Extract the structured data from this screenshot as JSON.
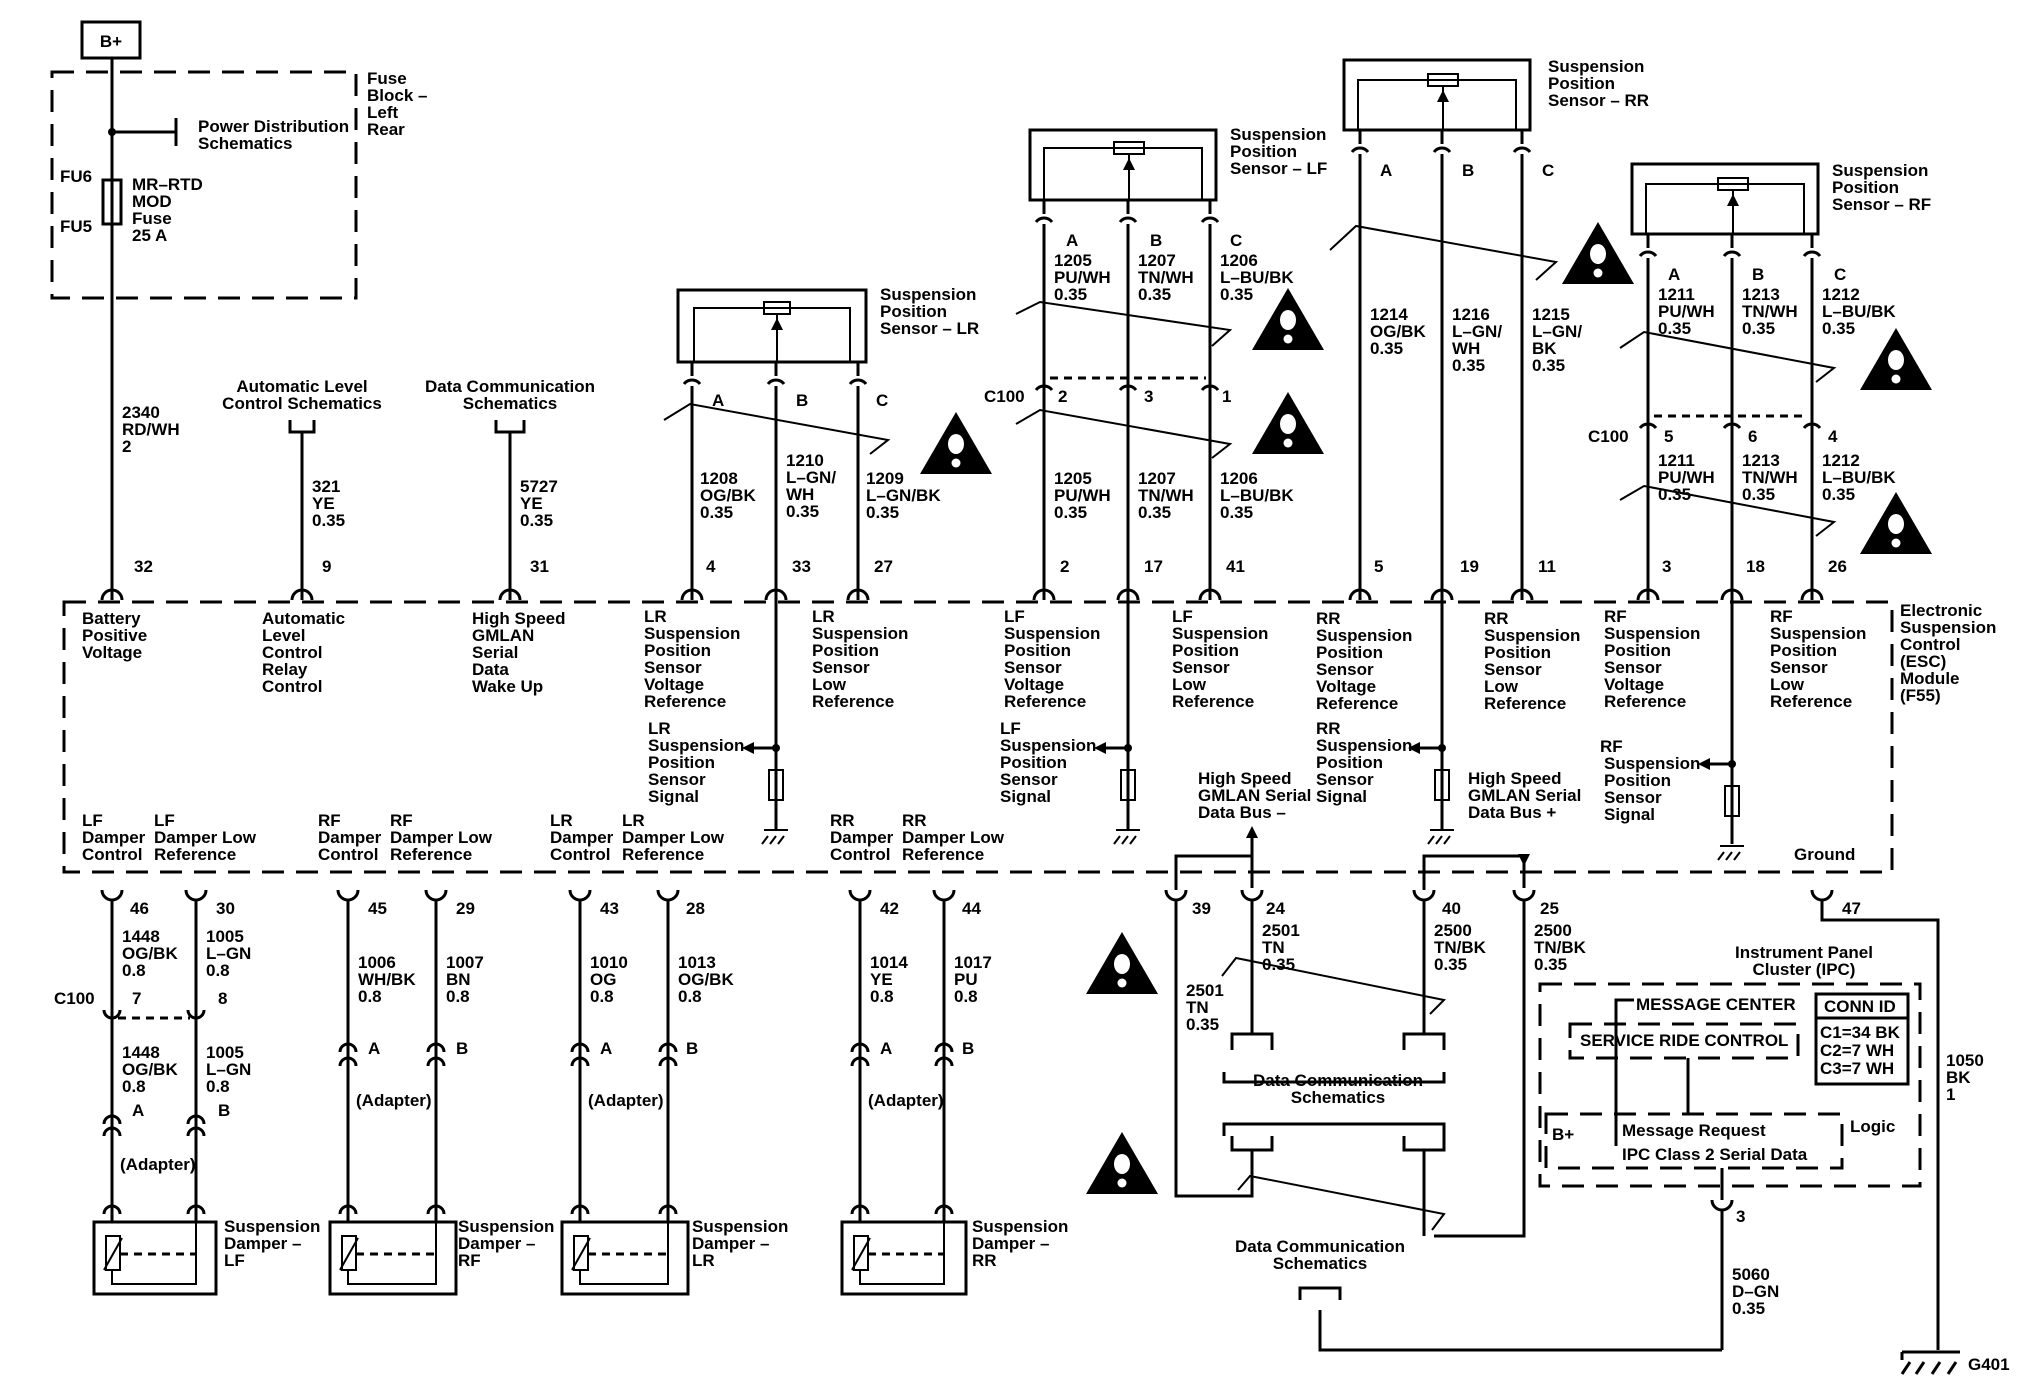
{
  "battery": "B+",
  "fuse_block": [
    "Fuse",
    "Block –",
    "Left",
    "Rear"
  ],
  "power_dist": [
    "Power Distribution",
    "Schematics"
  ],
  "fuse_labels": {
    "fu6": "FU6",
    "fu5": "FU5",
    "desc": [
      "MR–RTD",
      "MOD",
      "Fuse",
      "25 A"
    ]
  },
  "wire_2340": [
    "2340",
    "RD/WH",
    "2"
  ],
  "alc": {
    "title": [
      "Automatic Level",
      "Control Schematics"
    ],
    "wire": [
      "321",
      "YE",
      "0.35"
    ],
    "pin": "9",
    "func": [
      "Automatic",
      "Level",
      "Control",
      "Relay",
      "Control"
    ]
  },
  "dcs_top": {
    "title": [
      "Data Communication",
      "Schematics"
    ],
    "wire": [
      "5727",
      "YE",
      "0.35"
    ],
    "pin": "31",
    "func": [
      "High Speed",
      "GMLAN",
      "Serial",
      "Data",
      "Wake Up"
    ]
  },
  "batt_pin": {
    "pin": "32",
    "func": [
      "Battery",
      "Positive",
      "Voltage"
    ]
  },
  "lr_sensor": {
    "title": [
      "Suspension",
      "Position",
      "Sensor – LR"
    ],
    "pins": [
      "A",
      "B",
      "C"
    ],
    "wires": [
      [
        "1208",
        "OG/BK",
        "0.35"
      ],
      [
        "1210",
        "L–GN/",
        "WH",
        "0.35"
      ],
      [
        "1209",
        "L–GN/BK",
        "0.35"
      ]
    ],
    "ecm_pins": [
      "4",
      "33",
      "27"
    ],
    "func_ref": [
      "LR",
      "Suspension",
      "Position",
      "Sensor",
      "Voltage",
      "Reference"
    ],
    "func_low": [
      "LR",
      "Suspension",
      "Position",
      "Sensor",
      "Low",
      "Reference"
    ],
    "func_sig": [
      "LR",
      "Suspension",
      "Position",
      "Sensor",
      "Signal"
    ]
  },
  "lf_sensor": {
    "title": [
      "Suspension",
      "Position",
      "Sensor – LF"
    ],
    "pins": [
      "A",
      "B",
      "C"
    ],
    "wires_top": [
      [
        "1205",
        "PU/WH",
        "0.35"
      ],
      [
        "1207",
        "TN/WH",
        "0.35"
      ],
      [
        "1206",
        "L–BU/BK",
        "0.35"
      ]
    ],
    "c100": "C100",
    "c100_pins": [
      "2",
      "3",
      "1"
    ],
    "wires_bot": [
      [
        "1205",
        "PU/WH",
        "0.35"
      ],
      [
        "1207",
        "TN/WH",
        "0.35"
      ],
      [
        "1206",
        "L–BU/BK",
        "0.35"
      ]
    ],
    "ecm_pins": [
      "2",
      "17",
      "41"
    ],
    "func_ref": [
      "LF",
      "Suspension",
      "Position",
      "Sensor",
      "Voltage",
      "Reference"
    ],
    "func_low": [
      "LF",
      "Suspension",
      "Position",
      "Sensor",
      "Low",
      "Reference"
    ],
    "func_sig": [
      "LF",
      "Suspension",
      "Position",
      "Sensor",
      "Signal"
    ]
  },
  "rr_sensor": {
    "title": [
      "Suspension",
      "Position",
      "Sensor – RR"
    ],
    "pins": [
      "A",
      "B",
      "C"
    ],
    "wires": [
      [
        "1214",
        "OG/BK",
        "0.35"
      ],
      [
        "1216",
        "L–GN/",
        "WH",
        "0.35"
      ],
      [
        "1215",
        "L–GN/",
        "BK",
        "0.35"
      ]
    ],
    "ecm_pins": [
      "5",
      "19",
      "11"
    ],
    "func_ref": [
      "RR",
      "Suspension",
      "Position",
      "Sensor",
      "Voltage",
      "Reference"
    ],
    "func_low": [
      "RR",
      "Suspension",
      "Position",
      "Sensor",
      "Low",
      "Reference"
    ],
    "func_sig": [
      "RR",
      "Suspension",
      "Position",
      "Sensor",
      "Signal"
    ]
  },
  "rf_sensor": {
    "title": [
      "Suspension",
      "Position",
      "Sensor – RF"
    ],
    "pins": [
      "A",
      "B",
      "C"
    ],
    "wires_top": [
      [
        "1211",
        "PU/WH",
        "0.35"
      ],
      [
        "1213",
        "TN/WH",
        "0.35"
      ],
      [
        "1212",
        "L–BU/BK",
        "0.35"
      ]
    ],
    "c100": "C100",
    "c100_pins": [
      "5",
      "6",
      "4"
    ],
    "wires_bot": [
      [
        "1211",
        "PU/WH",
        "0.35"
      ],
      [
        "1213",
        "TN/WH",
        "0.35"
      ],
      [
        "1212",
        "L–BU/BK",
        "0.35"
      ]
    ],
    "ecm_pins": [
      "3",
      "18",
      "26"
    ],
    "func_ref": [
      "RF",
      "Suspension",
      "Position",
      "Sensor",
      "Voltage",
      "Reference"
    ],
    "func_low": [
      "RF",
      "Suspension",
      "Position",
      "Sensor",
      "Low",
      "Reference"
    ],
    "func_sig": [
      "RF",
      "Suspension",
      "Position",
      "Sensor",
      "Signal"
    ]
  },
  "esc_module": [
    "Electronic",
    "Suspension",
    "Control",
    "(ESC)",
    "Module",
    "(F55)"
  ],
  "gmlan_minus": [
    "High Speed",
    "GMLAN Serial",
    "Data Bus –"
  ],
  "gmlan_plus": [
    "High Speed",
    "GMLAN Serial",
    "Data Bus +"
  ],
  "ground_label": "Ground",
  "dampers": [
    {
      "ctrl": [
        "LF",
        "Damper",
        "Control"
      ],
      "low": [
        "LF",
        "Damper Low",
        "Reference"
      ],
      "pins": [
        "46",
        "30"
      ],
      "wires": [
        [
          "1448",
          "OG/BK",
          "0.8"
        ],
        [
          "1005",
          "L–GN",
          "0.8"
        ]
      ],
      "c100": "C100",
      "c100_pins": [
        "7",
        "8"
      ],
      "wires2": [
        [
          "1448",
          "OG/BK",
          "0.8"
        ],
        [
          "1005",
          "L–GN",
          "0.8"
        ]
      ],
      "conn": [
        "A",
        "B"
      ],
      "adapter": "(Adapter)",
      "name": [
        "Suspension",
        "Damper –",
        "LF"
      ]
    },
    {
      "ctrl": [
        "RF",
        "Damper",
        "Control"
      ],
      "low": [
        "RF",
        "Damper Low",
        "Reference"
      ],
      "pins": [
        "45",
        "29"
      ],
      "wires": [
        [
          "1006",
          "WH/BK",
          "0.8"
        ],
        [
          "1007",
          "BN",
          "0.8"
        ]
      ],
      "conn": [
        "A",
        "B"
      ],
      "adapter": "(Adapter)",
      "name": [
        "Suspension",
        "Damper –",
        "RF"
      ]
    },
    {
      "ctrl": [
        "LR",
        "Damper",
        "Control"
      ],
      "low": [
        "LR",
        "Damper Low",
        "Reference"
      ],
      "pins": [
        "43",
        "28"
      ],
      "wires": [
        [
          "1010",
          "OG",
          "0.8"
        ],
        [
          "1013",
          "OG/BK",
          "0.8"
        ]
      ],
      "conn": [
        "A",
        "B"
      ],
      "adapter": "(Adapter)",
      "name": [
        "Suspension",
        "Damper –",
        "LR"
      ]
    },
    {
      "ctrl": [
        "RR",
        "Damper",
        "Control"
      ],
      "low": [
        "RR",
        "Damper Low",
        "Reference"
      ],
      "pins": [
        "42",
        "44"
      ],
      "wires": [
        [
          "1014",
          "YE",
          "0.8"
        ],
        [
          "1017",
          "PU",
          "0.8"
        ]
      ],
      "conn": [
        "A",
        "B"
      ],
      "adapter": "(Adapter)",
      "name": [
        "Suspension",
        "Damper –",
        "RR"
      ]
    }
  ],
  "gmlan_pins": [
    "39",
    "24",
    "40",
    "25"
  ],
  "gmlan_wires": {
    "w24": [
      "2501",
      "TN",
      "0.35"
    ],
    "w39": [
      "2501",
      "TN",
      "0.35"
    ],
    "w40": [
      "2500",
      "TN/BK",
      "0.35"
    ],
    "w25": [
      "2500",
      "TN/BK",
      "0.35"
    ]
  },
  "dcs_mid": [
    "Data Communication",
    "Schematics"
  ],
  "dcs_bottom": [
    "Data Communication",
    "Schematics"
  ],
  "ipc": {
    "title": [
      "Instrument Panel",
      "Cluster (IPC)"
    ],
    "message_center": "MESSAGE CENTER",
    "service_ride": "SERVICE RIDE CONTROL",
    "conn_id": [
      "CONN ID",
      "C1=34 BK",
      "C2=7 WH",
      "C3=7 WH"
    ],
    "b_plus": "B+",
    "msg_request": "Message Request",
    "class2": "IPC Class 2 Serial Data",
    "logic": "Logic",
    "pin": "3",
    "wire": [
      "5060",
      "D–GN",
      "0.35"
    ]
  },
  "ground": {
    "pin": "47",
    "wire": [
      "1050",
      "BK",
      "1"
    ],
    "g": "G401"
  }
}
